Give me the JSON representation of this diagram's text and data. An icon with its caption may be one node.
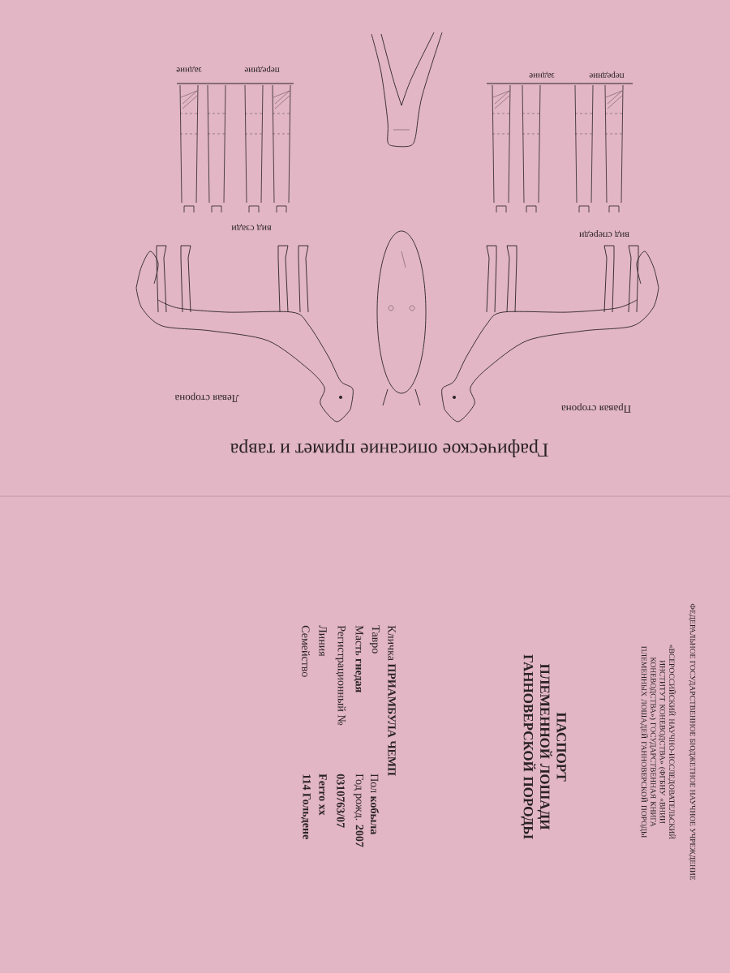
{
  "diagram": {
    "title": "ПАСПОРТ ПЛЕМЕННОЙ ЛОШАДИ ГАННОВЕРСКОЙ ПОРОДЫ",
    "labels": [
      "ФЕДЕРАЛЬНОЕ ГОСУДАРСТВЕННОЕ БЮДЖЕТНОЕ НАУЧНОЕ УЧРЕЖДЕНИЕ",
      "«ВСЕРОССИЙСКИЙ НАУЧНО-ИССЛЕДОВАТЕЛЬСКИЙ ИНСТИТУТ КОНЕВОДСТВА» (ФГБНУ «ВНИИ КОНЕВОДСТВА») ГОСУДАРСТВЕННАЯ КНИГА ПЛЕМЕННЫХ ЛОШАДЕЙ ГАННОВЕРСКОЙ ПОРОДЫ",
      "Кличка **ПРИАМБУЛА ЧЕМП**",
      "Тавро",
      "Пол **кобыла**",
      "Масть **гнедая**",
      "Год рожд. **2007**",
      "Регистрационный №",
      "**0310763/07**",
      "Линия",
      "**Ferro xx**",
      "Семейство",
      "**114 Гольдене**",
      "Графическое описание примет и тавра",
      "Правая сторона",
      "Левая сторона",
      "вид спереди",
      "передние",
      "задние",
      "вид сзади",
      "передние",
      "задние"
    ]
  }
}
